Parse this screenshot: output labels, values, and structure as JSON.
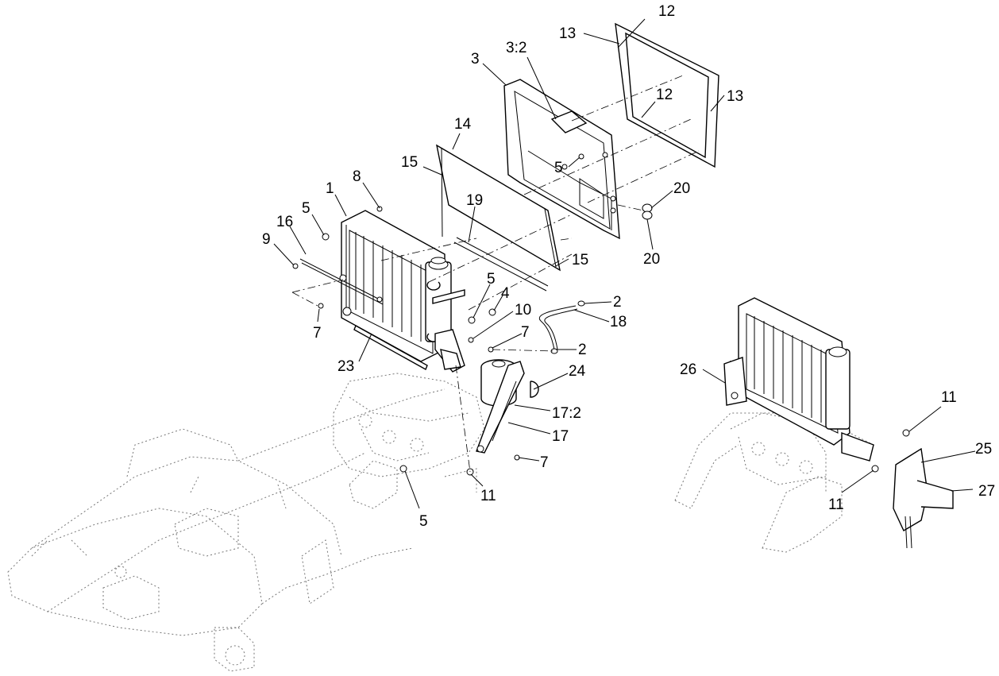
{
  "callouts": {
    "c1": "1",
    "c2a": "2",
    "c2b": "2",
    "c3": "3",
    "c3_2": "3:2",
    "c4": "4",
    "c5a": "5",
    "c5b": "5",
    "c5c": "5",
    "c5d": "5",
    "c7a": "7",
    "c7b": "7",
    "c7c": "7",
    "c8": "8",
    "c9": "9",
    "c10": "10",
    "c11a": "11",
    "c11b": "11",
    "c11c": "11",
    "c12a": "12",
    "c12b": "12",
    "c13a": "13",
    "c13b": "13",
    "c14": "14",
    "c15a": "15",
    "c15b": "15",
    "c16": "16",
    "c17": "17",
    "c17_2": "17:2",
    "c18": "18",
    "c19": "19",
    "c20a": "20",
    "c20b": "20",
    "c23": "23",
    "c24": "24",
    "c25": "25",
    "c26": "26",
    "c27": "27"
  }
}
